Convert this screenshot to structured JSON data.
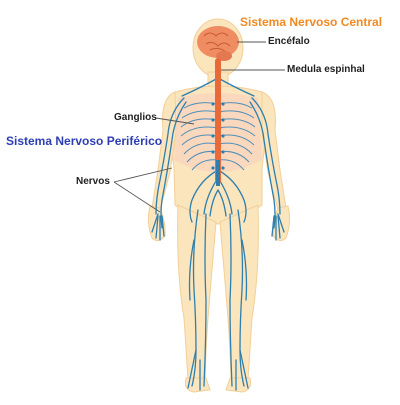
{
  "labels": {
    "central_system": "Sistema Nervoso Central",
    "encephalon": "Encéfalo",
    "spinal_cord": "Medula espinhal",
    "ganglia": "Ganglios",
    "peripheral_system": "Sistema Nervoso Periférico",
    "nerves": "Nervos"
  },
  "colors": {
    "central_label": "#f08a24",
    "peripheral_label": "#2d3eb3",
    "body_fill": "#fbe5bd",
    "torso_fill": "#f9d3bf",
    "nerve": "#2f7fae",
    "brain": "#ef8c61",
    "spinal_cord": "#e86a3a",
    "leader_line": "#555555"
  }
}
